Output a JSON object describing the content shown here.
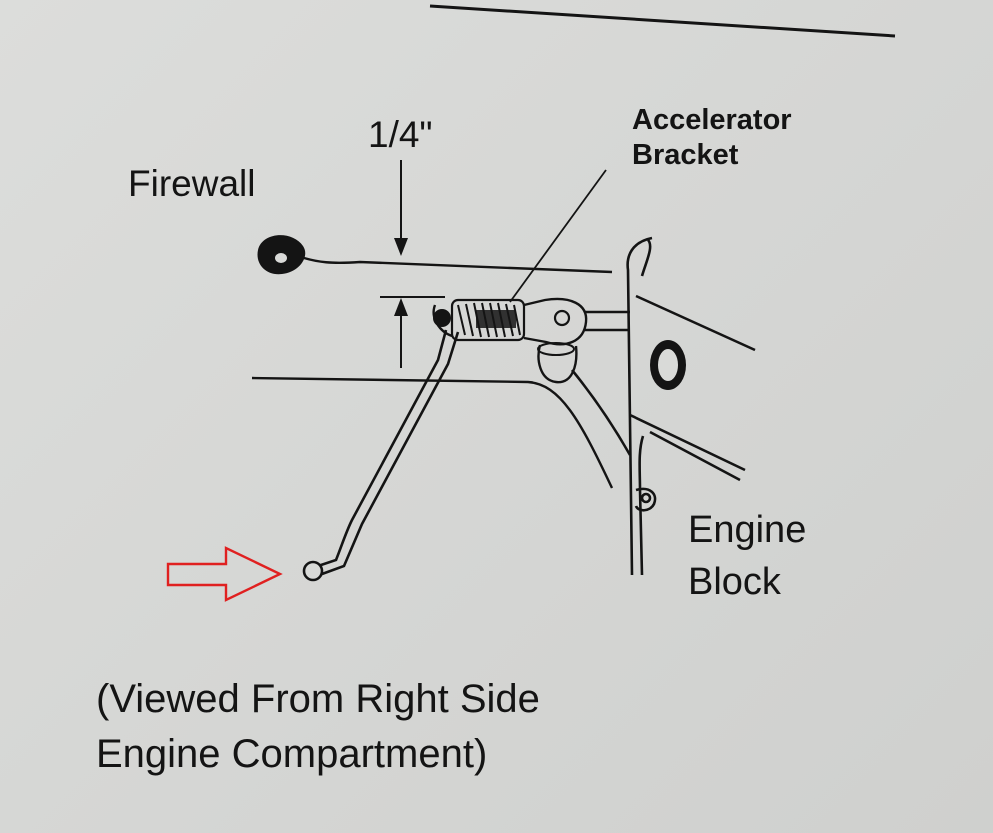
{
  "diagram": {
    "labels": {
      "firewall": "Firewall",
      "gap": "1/4\"",
      "bracket_line1": "Accelerator",
      "bracket_line2": "Bracket",
      "engine_line1": "Engine",
      "engine_line2": "Block"
    },
    "caption": {
      "line1": "(Viewed From Right Side",
      "line2": "Engine Compartment)"
    },
    "colors": {
      "ink": "#141414",
      "paper": "#d8d9d7",
      "highlight_arrow": "#e02020"
    },
    "icons": {
      "pointer": "red-outline-arrow-icon"
    }
  }
}
